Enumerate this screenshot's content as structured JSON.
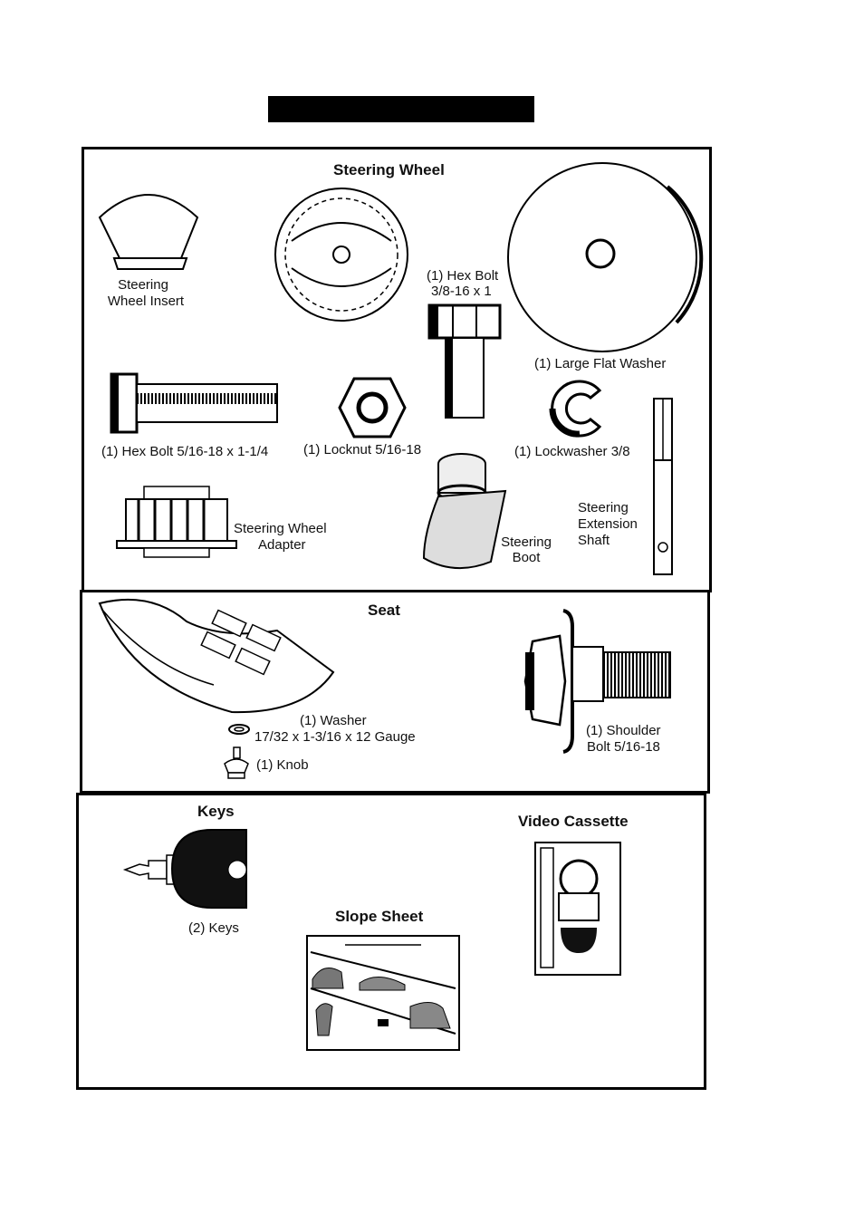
{
  "header": {
    "title": ""
  },
  "steering": {
    "heading": "Steering Wheel",
    "insert": [
      "Steering",
      "Wheel Insert"
    ],
    "hex_bolt_small": [
      "(1) Hex Bolt",
      "3/8-16 x 1"
    ],
    "large_washer": "(1) Large Flat Washer",
    "hex_bolt_long": "(1) Hex Bolt  5/16-18 x 1-1/4",
    "locknut": "(1) Locknut  5/16-18",
    "lockwasher": "(1) Lockwasher  3/8",
    "adapter": [
      "Steering Wheel",
      "Adapter"
    ],
    "boot": [
      "Steering",
      "Boot"
    ],
    "shaft": [
      "Steering",
      "Extension",
      "Shaft"
    ]
  },
  "seat": {
    "heading": "Seat",
    "washer": [
      "(1) Washer",
      "17/32 x 1-3/16 x 12 Gauge"
    ],
    "knob": "(1) Knob",
    "shoulder_bolt": [
      "(1) Shoulder",
      "Bolt  5/16-18"
    ]
  },
  "misc": {
    "keys_heading": "Keys",
    "keys_label": "(2) Keys",
    "slope_heading": "Slope Sheet",
    "video_heading": "Video Cassette"
  }
}
